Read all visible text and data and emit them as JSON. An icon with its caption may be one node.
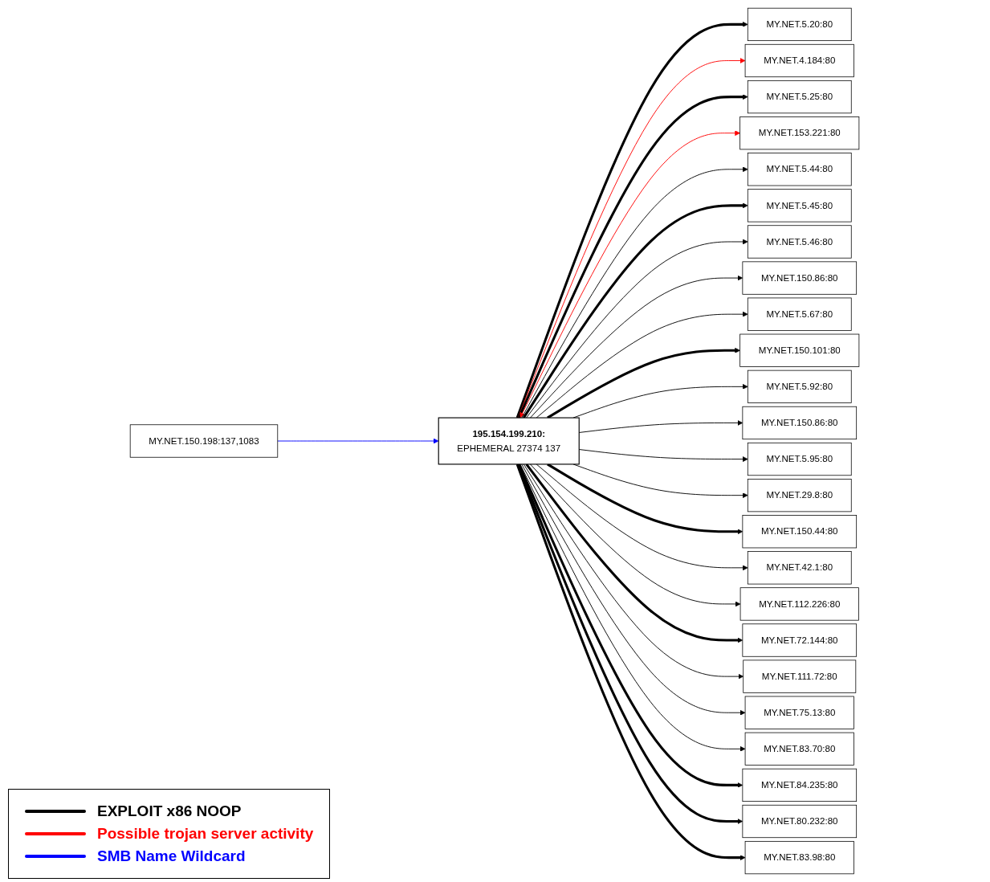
{
  "diagram": {
    "nodes": [
      {
        "text": [
          "MY.NET.5.20:80"
        ]
      },
      {
        "text": [
          "MY.NET.4.184:80"
        ]
      },
      {
        "text": [
          "MY.NET.5.25:80"
        ]
      },
      {
        "text": [
          "MY.NET.153.221:80"
        ]
      },
      {
        "text": [
          "MY.NET.5.44:80"
        ]
      },
      {
        "text": [
          "MY.NET.5.45:80"
        ]
      },
      {
        "text": [
          "MY.NET.150.198:137,1083"
        ]
      },
      {
        "text": [
          "MY.NET.5.46:80"
        ]
      },
      {
        "text": [
          "MY.NET.150.86:80"
        ]
      },
      {
        "text": [
          "MY.NET.5.67:80"
        ]
      },
      {
        "text": [
          "MY.NET.150.101:80"
        ]
      },
      {
        "text": [
          "MY.NET.5.92:80"
        ]
      },
      {
        "text": [
          "195.154.199.210:",
          "EPHEMERAL 27374 137"
        ]
      },
      {
        "text": [
          "MY.NET.150.86:80"
        ]
      },
      {
        "text": [
          "MY.NET.5.95:80"
        ]
      },
      {
        "text": [
          "MY.NET.29.8:80"
        ]
      },
      {
        "text": [
          "MY.NET.150.44:80"
        ]
      },
      {
        "text": [
          "MY.NET.42.1:80"
        ]
      },
      {
        "text": [
          "MY.NET.112.226:80"
        ]
      },
      {
        "text": [
          "MY.NET.72.144:80"
        ]
      },
      {
        "text": [
          "MY.NET.111.72:80"
        ]
      },
      {
        "text": [
          "MY.NET.75.13:80"
        ]
      },
      {
        "text": [
          "MY.NET.83.70:80"
        ]
      },
      {
        "text": [
          "MY.NET.84.235:80"
        ]
      },
      {
        "text": [
          "MY.NET.80.232:80"
        ]
      },
      {
        "text": [
          "MY.NET.83.98:80"
        ]
      }
    ],
    "edges": [
      {
        "from": 12,
        "to": 0,
        "arrow": "to",
        "style": "thick"
      },
      {
        "from": 12,
        "to": 1,
        "arrow": "to",
        "color": "#ff0000"
      },
      {
        "from": 12,
        "to": 2,
        "arrow": "to",
        "style": "thick"
      },
      {
        "from": 12,
        "to": 3,
        "arrow": "both",
        "color": "#ff0000"
      },
      {
        "from": 12,
        "to": 4,
        "arrow": "to"
      },
      {
        "from": 12,
        "to": 5,
        "arrow": "to",
        "style": "thick"
      },
      {
        "from": 6,
        "to": 12,
        "arrow": "to",
        "color": "#0000ff"
      },
      {
        "from": 12,
        "to": 7,
        "arrow": "to"
      },
      {
        "from": 12,
        "to": 8,
        "arrow": "to"
      },
      {
        "from": 12,
        "to": 9,
        "arrow": "to"
      },
      {
        "from": 12,
        "to": 10,
        "arrow": "to",
        "style": "thick"
      },
      {
        "from": 12,
        "to": 11,
        "arrow": "to"
      },
      {
        "from": 12,
        "to": 13,
        "arrow": "to"
      },
      {
        "from": 12,
        "to": 14,
        "arrow": "to"
      },
      {
        "from": 12,
        "to": 15,
        "arrow": "to"
      },
      {
        "from": 12,
        "to": 16,
        "arrow": "to",
        "style": "thick"
      },
      {
        "from": 12,
        "to": 17,
        "arrow": "to"
      },
      {
        "from": 12,
        "to": 18,
        "arrow": "to"
      },
      {
        "from": 12,
        "to": 19,
        "arrow": "to",
        "style": "thick"
      },
      {
        "from": 12,
        "to": 20,
        "arrow": "to"
      },
      {
        "from": 12,
        "to": 21,
        "arrow": "to"
      },
      {
        "from": 12,
        "to": 22,
        "arrow": "to"
      },
      {
        "from": 12,
        "to": 23,
        "arrow": "to",
        "style": "thick"
      },
      {
        "from": 12,
        "to": 24,
        "arrow": "to",
        "style": "thick"
      },
      {
        "from": 12,
        "to": 25,
        "arrow": "to",
        "style": "thick"
      }
    ],
    "legend": [
      {
        "text": "EXPLOIT x86 NOOP"
      },
      {
        "text": "Possible trojan server activity"
      },
      {
        "text": "SMB Name Wildcard"
      }
    ]
  }
}
